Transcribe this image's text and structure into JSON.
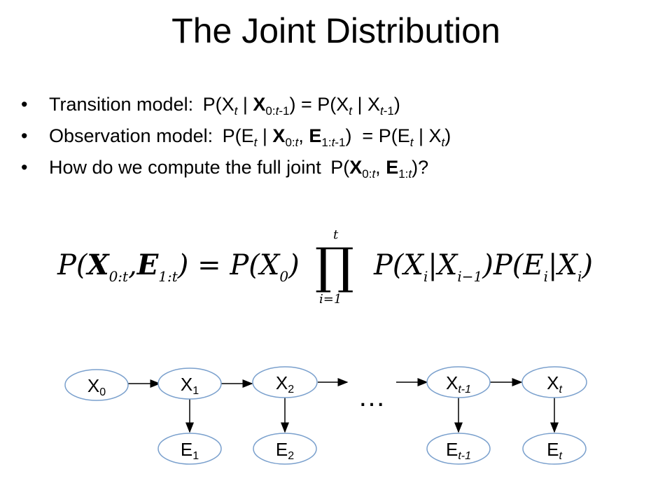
{
  "slide": {
    "title": "The Joint Distribution"
  },
  "bullets": [
    {
      "label": "Transition model:",
      "expr_html": "P(X<sub><i>t</i></sub> | <b>X</b><sub>0:<i>t</i>-1</sub>) = P(X<sub><i>t</i></sub> | X<sub><i>t</i>-1</sub>)"
    },
    {
      "label": "Observation model:",
      "expr_html": "P(E<sub><i>t</i></sub> | <b>X</b><sub>0:<i>t</i></sub>, <b>E</b><sub>1:<i>t</i>-1</sub>) &nbsp;= P(E<sub><i>t</i></sub> | X<sub><i>t</i></sub>)"
    },
    {
      "label": "How do we compute the full joint",
      "expr_html": "P(<b>X</b><sub>0:<i>t</i></sub>, <b>E</b><sub>1:<i>t</i></sub>)?"
    }
  ],
  "formula": {
    "lhs_html": "P(<span class=\"bold\">X</span><sub>0:t</sub>,<span class=\"bold\">E</span><sub>1:t</sub>) = P(X<sub>0</sub>)",
    "rhs_html": "P(X<sub>i</sub>|X<sub>i−1</sub>)P(E<sub>i</sub>|X<sub>i</sub>)",
    "upper_limit": "t",
    "lower_limit": "i=1"
  },
  "diagram": {
    "ellipsis": "…",
    "nodes": [
      {
        "id": "x0",
        "main": "X",
        "sub": "0"
      },
      {
        "id": "x1",
        "main": "X",
        "sub": "1"
      },
      {
        "id": "x2",
        "main": "X",
        "sub": "2"
      },
      {
        "id": "xt1",
        "main": "X",
        "sub": "t-1"
      },
      {
        "id": "xt",
        "main": "X",
        "sub": "t"
      },
      {
        "id": "e1",
        "main": "E",
        "sub": "1"
      },
      {
        "id": "e2",
        "main": "E",
        "sub": "2"
      },
      {
        "id": "et1",
        "main": "E",
        "sub": "t-1"
      },
      {
        "id": "et",
        "main": "E",
        "sub": "t"
      }
    ],
    "colors": {
      "node_fill": "#ffffff",
      "node_stroke": "#7aa0cd",
      "arrow": "#000000"
    }
  }
}
